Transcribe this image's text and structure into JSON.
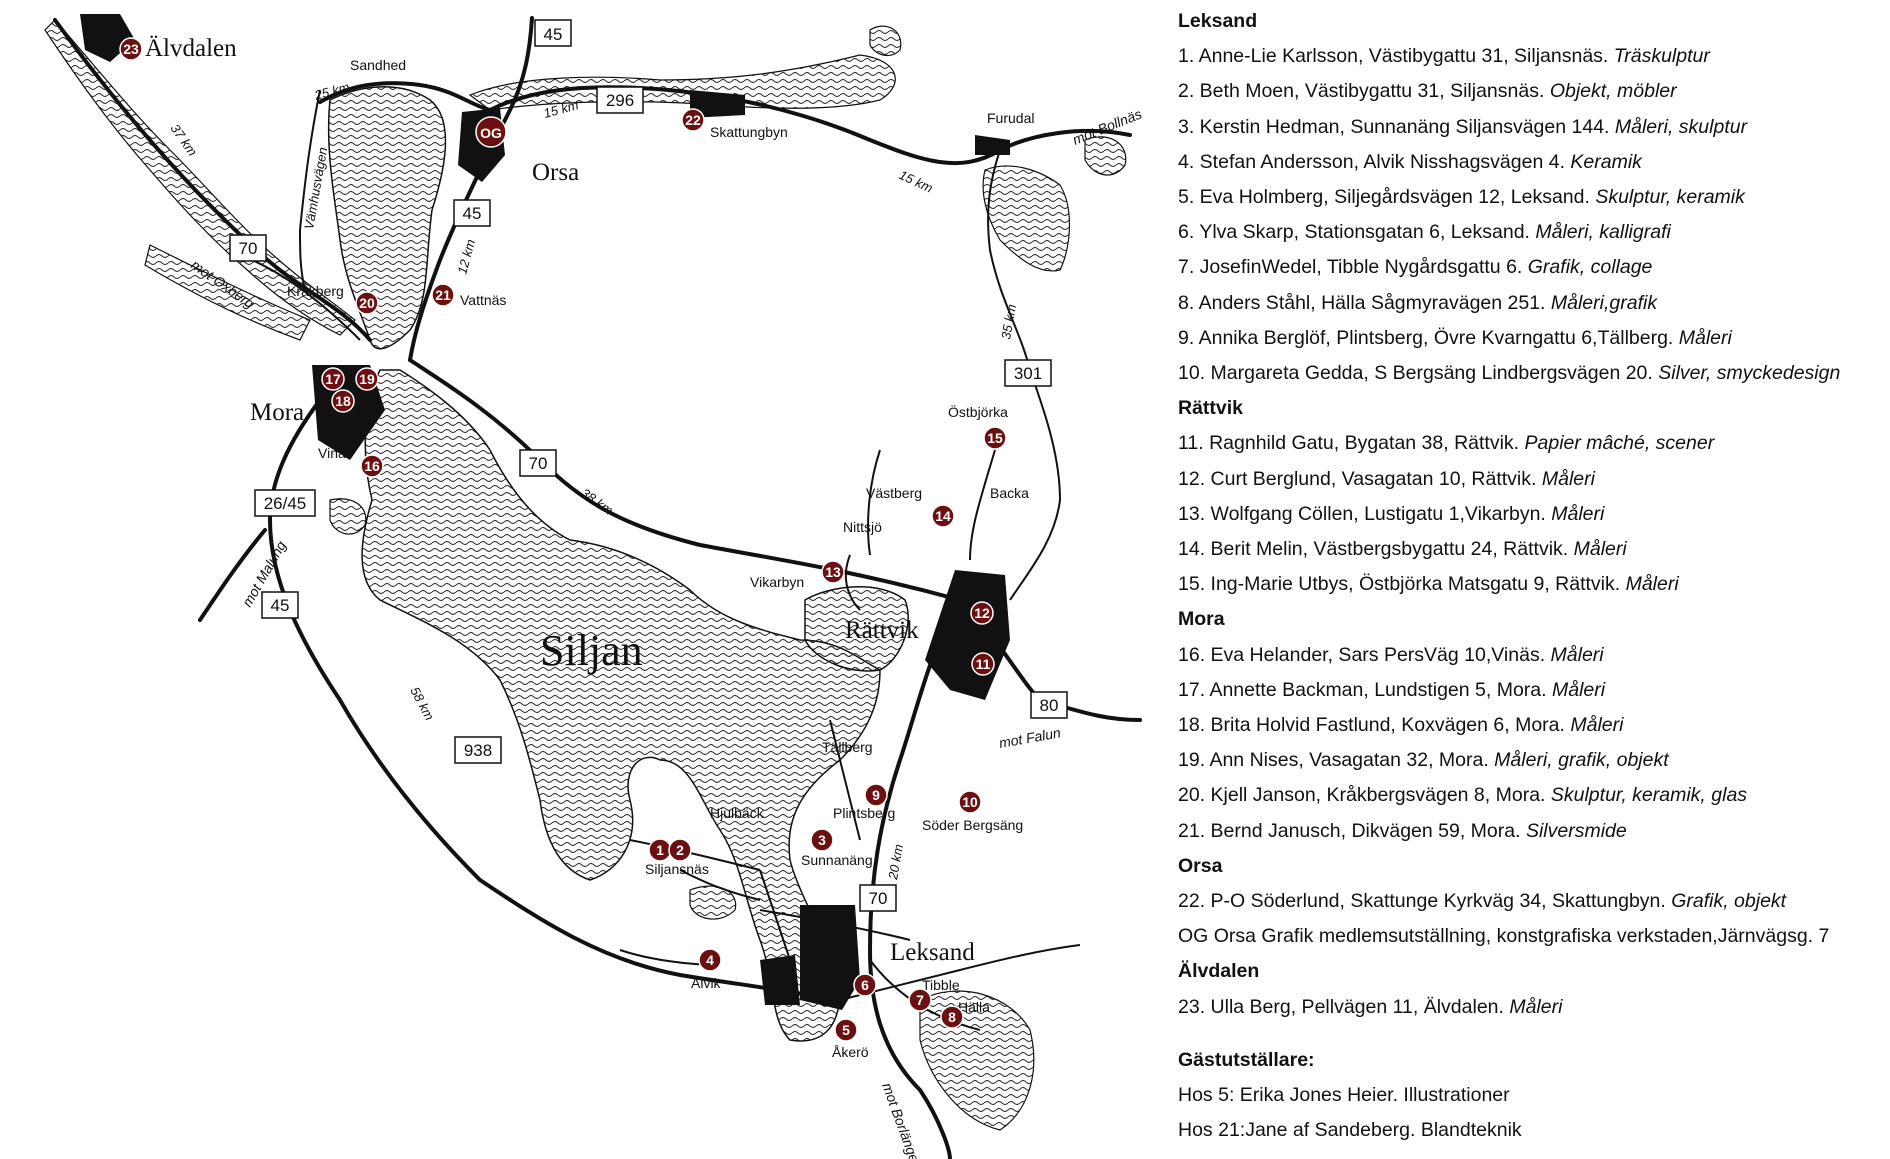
{
  "map": {
    "lake": "Siljan",
    "towns": {
      "alvdalen": "Älvdalen",
      "orsa": "Orsa",
      "mora": "Mora",
      "rattvik": "Rättvik",
      "leksand": "Leksand"
    },
    "places": {
      "sandhed": "Sandhed",
      "skattungbyn": "Skattungbyn",
      "furudal": "Furudal",
      "krakberg": "Kråkberg",
      "vattnas": "Vattnäs",
      "vinas": "Vinäs",
      "ostbjorka": "Östbjörka",
      "vastberg": "Västberg",
      "backa": "Backa",
      "nittsjo": "Nittsjö",
      "vikarbyn": "Vikarbyn",
      "tallberg": "Tällberg",
      "plintsberg": "Plintsberg",
      "soder_bergsang": "Söder Bergsäng",
      "hjulback": "Hjulbäck",
      "siljansnas": "Siljansnäs",
      "sunnanang": "Sunnanäng",
      "alvik": "Alvik",
      "tibble": "Tibble",
      "halla": "Hälla",
      "akero": "Åkerö"
    },
    "directions": {
      "bollnas": "mot Bollnäs",
      "oxberg": "mot Oxberg",
      "malung": "mot Malung",
      "falun": "mot Falun",
      "borlange": "mot Borlänge"
    },
    "distances": {
      "d37": "37 km",
      "d25": "25 km",
      "d15a": "15 km",
      "d15b": "15 km",
      "d12": "12 km",
      "d35": "35 km",
      "d38": "38 km",
      "d58": "58 km",
      "d20": "20 km"
    },
    "roads": {
      "r45a": "45",
      "r296": "296",
      "r45b": "45",
      "r70a": "70",
      "r301": "301",
      "r70b": "70",
      "r2645": "26/45",
      "r45c": "45",
      "r80": "80",
      "r938": "938",
      "r70c": "70"
    },
    "road_name": "Vämhusvägen",
    "markers": {
      "m1": "1",
      "m2": "2",
      "m3": "3",
      "m4": "4",
      "m5": "5",
      "m6": "6",
      "m7": "7",
      "m8": "8",
      "m9": "9",
      "m10": "10",
      "m11": "11",
      "m12": "12",
      "m13": "13",
      "m14": "14",
      "m15": "15",
      "m16": "16",
      "m17": "17",
      "m18": "18",
      "m19": "19",
      "m20": "20",
      "m21": "21",
      "m22": "22",
      "m23": "23",
      "og": "OG"
    },
    "marker_color": "#6b0f10"
  },
  "legend": {
    "sections": [
      {
        "heading": "Leksand",
        "entries": [
          {
            "text": "1. Anne-Lie Karlsson, Västibygattu 31, Siljansnäs. ",
            "cat": "Träskulptur"
          },
          {
            "text": "2. Beth Moen, Västibygattu 31, Siljansnäs. ",
            "cat": "Objekt, möbler"
          },
          {
            "text": "3. Kerstin Hedman, Sunnanäng Siljansvägen 144. ",
            "cat": "Måleri, skulptur"
          },
          {
            "text": "4. Stefan Andersson, Alvik Nisshagsvägen 4. ",
            "cat": "Keramik"
          },
          {
            "text": "5. Eva Holmberg, Siljegårdsvägen 12, Leksand. ",
            "cat": "Skulptur, keramik"
          },
          {
            "text": "6. Ylva Skarp, Stationsgatan 6, Leksand. ",
            "cat": "Måleri, kalligrafi"
          },
          {
            "text": "7. JosefinWedel, Tibble Nygårdsgattu 6. ",
            "cat": "Grafik, collage"
          },
          {
            "text": "8. Anders Ståhl, Hälla Sågmyravägen 251. ",
            "cat": "Måleri,grafik"
          },
          {
            "text": "9. Annika Berglöf, Plintsberg, Övre Kvarngattu 6,Tällberg. ",
            "cat": "Måleri"
          },
          {
            "text": "10. Margareta Gedda, S Bergsäng Lindbergsvägen 20. ",
            "cat": "Silver, smyckedesign"
          }
        ]
      },
      {
        "heading": "Rättvik",
        "entries": [
          {
            "text": "11. Ragnhild Gatu, Bygatan 38, Rättvik. ",
            "cat": "Papier mâché, scener"
          },
          {
            "text": "12. Curt Berglund, Vasagatan 10, Rättvik.  ",
            "cat": "Måleri"
          },
          {
            "text": "13. Wolfgang Cöllen, Lustigatu 1,Vikarbyn. ",
            "cat": "Måleri"
          },
          {
            "text": "14. Berit Melin, Västbergsbygattu 24, Rättvik. ",
            "cat": "Måleri"
          },
          {
            "text": "15. Ing-Marie Utbys, Östbjörka Matsgatu 9, Rättvik. ",
            "cat": "Måleri"
          }
        ]
      },
      {
        "heading": "Mora",
        "entries": [
          {
            "text": "16. Eva Helander, Sars PersVäg 10,Vinäs. ",
            "cat": "Måleri"
          },
          {
            "text": "17. Annette Backman, Lundstigen 5, Mora. ",
            "cat": "Måleri"
          },
          {
            "text": "18. Brita Holvid Fastlund, Koxvägen 6, Mora. ",
            "cat": "Måleri"
          },
          {
            "text": "19. Ann Nises, Vasagatan 32, Mora. ",
            "cat": "Måleri, grafik, objekt"
          },
          {
            "text": "20. Kjell Janson, Kråkbergsvägen 8, Mora. ",
            "cat": "Skulptur, keramik, glas"
          },
          {
            "text": "21. Bernd Janusch, Dikvägen 59, Mora. ",
            "cat": "Silversmide"
          }
        ]
      },
      {
        "heading": "Orsa",
        "entries": [
          {
            "text": "22. P-O Söderlund, Skattunge Kyrkväg 34, Skattungbyn. ",
            "cat": "Grafik, objekt"
          },
          {
            "text": "OG Orsa Grafik medlemsutställning, konstgrafiska verkstaden,Järnvägsg. 7",
            "cat": ""
          }
        ]
      },
      {
        "heading": "Älvdalen",
        "entries": [
          {
            "text": "23. Ulla Berg, Pellvägen 11, Älvdalen. ",
            "cat": "Måleri"
          }
        ]
      }
    ],
    "guests": {
      "heading": "Gästutställare:",
      "lines": [
        "Hos 5: Erika Jones Heier. Illustrationer",
        "Hos 21:Jane af Sandeberg. Blandteknik"
      ]
    }
  }
}
